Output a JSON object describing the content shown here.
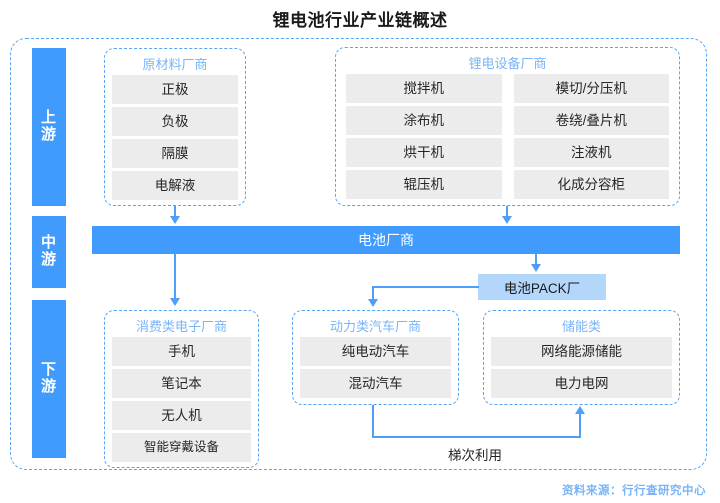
{
  "title": "锂电池行业产业链概述",
  "stages": [
    {
      "id": "upstream",
      "line1": "上",
      "line2": "游"
    },
    {
      "id": "midstream",
      "line1": "中",
      "line2": "游"
    },
    {
      "id": "downstream",
      "line1": "下",
      "line2": "游"
    }
  ],
  "upstream": {
    "raw_materials": {
      "title": "原材料厂商",
      "items": [
        "正极",
        "负极",
        "隔膜",
        "电解液"
      ]
    },
    "equipment": {
      "title": "锂电设备厂商",
      "left_items": [
        "搅拌机",
        "涂布机",
        "烘干机",
        "辊压机"
      ],
      "right_items": [
        "模切/分压机",
        "卷绕/叠片机",
        "注液机",
        "化成分容柜"
      ]
    }
  },
  "midstream": {
    "battery_makers": "电池厂商",
    "pack_plant": "电池PACK厂"
  },
  "downstream": {
    "consumer": {
      "title": "消费类电子厂商",
      "items": [
        "手机",
        "笔记本",
        "无人机",
        "智能穿戴设备"
      ]
    },
    "auto": {
      "title": "动力类汽车厂商",
      "items": [
        "纯电动汽车",
        "混动汽车"
      ]
    },
    "storage": {
      "title": "储能类",
      "items": [
        "网络能源储能",
        "电力电网"
      ]
    }
  },
  "reuse_label": "梯次利用",
  "source": "资料来源：行行查研究中心",
  "colors": {
    "accent_blue": "#419bfc",
    "light_blue": "#b3d7fb",
    "dashed_border": "#57a3f7",
    "cell_gray": "#ececec",
    "group_title": "#7ab4f7"
  }
}
